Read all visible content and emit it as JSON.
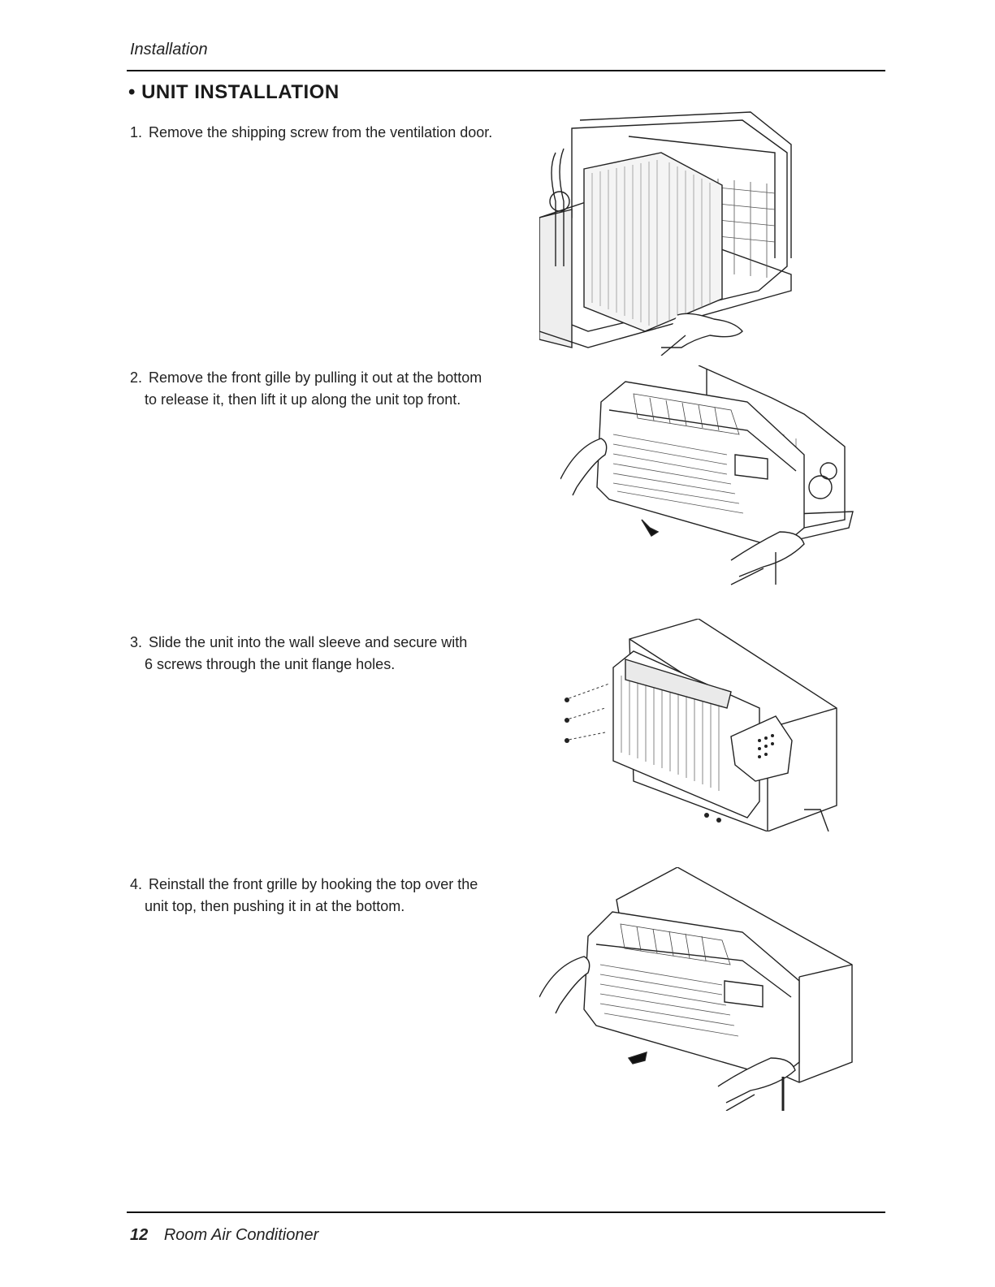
{
  "header": {
    "section_label": "Installation"
  },
  "title": "• UNIT INSTALLATION",
  "steps": [
    {
      "number": "1.",
      "line1": "Remove the shipping screw from the ventilation door.",
      "line2": ""
    },
    {
      "number": "2.",
      "line1": "Remove the front gille by pulling it out at the bottom",
      "line2": "to release it, then lift it up along the unit top front."
    },
    {
      "number": "3.",
      "line1": "Slide the unit into the wall sleeve and secure with",
      "line2": "6 screws through the unit flange holes."
    },
    {
      "number": "4.",
      "line1": "Reinstall the front grille by hooking the top over the",
      "line2": "unit top, then pushing it in at the bottom."
    }
  ],
  "footer": {
    "page_number": "12",
    "doc_title": "Room Air Conditioner"
  }
}
